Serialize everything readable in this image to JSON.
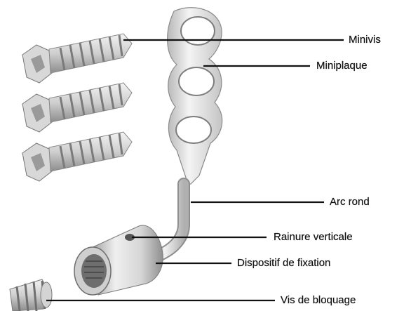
{
  "labels": {
    "minivis": "Minivis",
    "miniplaque": "Miniplaque",
    "arc_rond": "Arc rond",
    "rainure_verticale": "Rainure verticale",
    "dispositif_de_fixation": "Dispositif de fixation",
    "vis_de_bloquage": "Vis de bloquage"
  },
  "colors": {
    "metal_light": "#f2f2f2",
    "metal_mid": "#cfcfcf",
    "metal_dark": "#8a8a8a",
    "leader_line": "#111111"
  }
}
